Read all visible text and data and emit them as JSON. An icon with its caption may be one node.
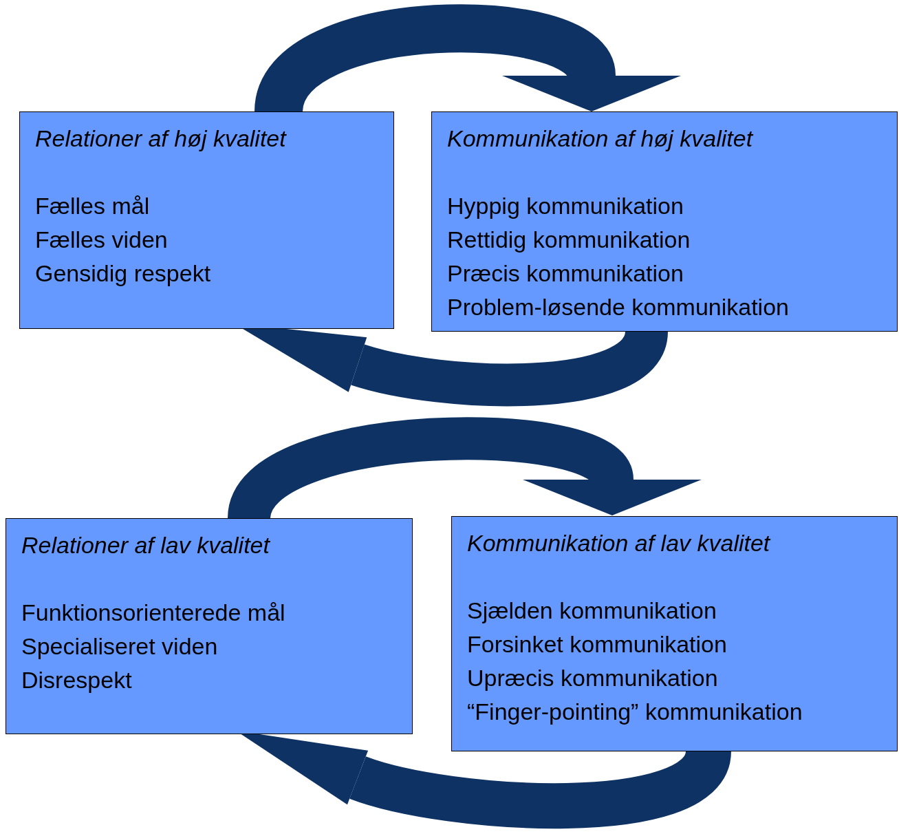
{
  "diagram": {
    "nodes": [
      {
        "text": [
          "Relationer af høj kvalitet",
          "Fælles mål",
          "Fælles viden",
          "Gensidig respekt"
        ]
      },
      {
        "text": [
          "Kommunikation af høj kvalitet",
          "Hyppig kommunikation",
          "Rettidig kommunikation",
          "Præcis kommunikation",
          "Problem-løsende kommunikation"
        ]
      },
      {
        "text": [
          "Relationer af lav kvalitet",
          "Funktionsorienterede mål",
          "Specialiseret viden",
          "Disrespekt"
        ]
      },
      {
        "text": [
          "Kommunikation af lav kvalitet",
          "Sjælden kommunikation",
          "Forsinket kommunikation",
          "Upræcis kommunikation",
          "“Finger-pointing” kommunikation"
        ]
      }
    ],
    "edges": [
      {
        "from": 0,
        "to": 1,
        "arrow": "to"
      },
      {
        "from": 1,
        "to": 0,
        "arrow": "to"
      },
      {
        "from": 2,
        "to": 3,
        "arrow": "to"
      },
      {
        "from": 3,
        "to": 2,
        "arrow": "to"
      }
    ]
  }
}
